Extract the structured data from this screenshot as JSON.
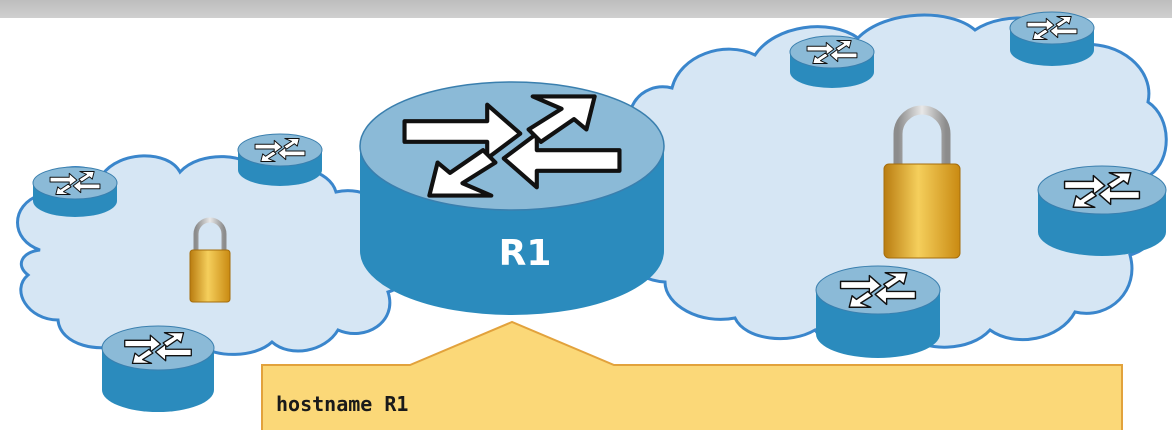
{
  "router_main": {
    "label": "R1"
  },
  "callout": {
    "config_line": "hostname R1"
  },
  "colors": {
    "cloud_fill": "#d6e6f4",
    "cloud_stroke": "#3a86cc",
    "router_top": "#8bbad7",
    "router_body": "#2b8bbd",
    "callout_fill": "#fbd878",
    "callout_stroke": "#e2a23c",
    "lock_gold": "#e6a81e"
  },
  "icons": [
    "router-icon",
    "cloud-shape",
    "padlock-icon",
    "callout-box"
  ]
}
